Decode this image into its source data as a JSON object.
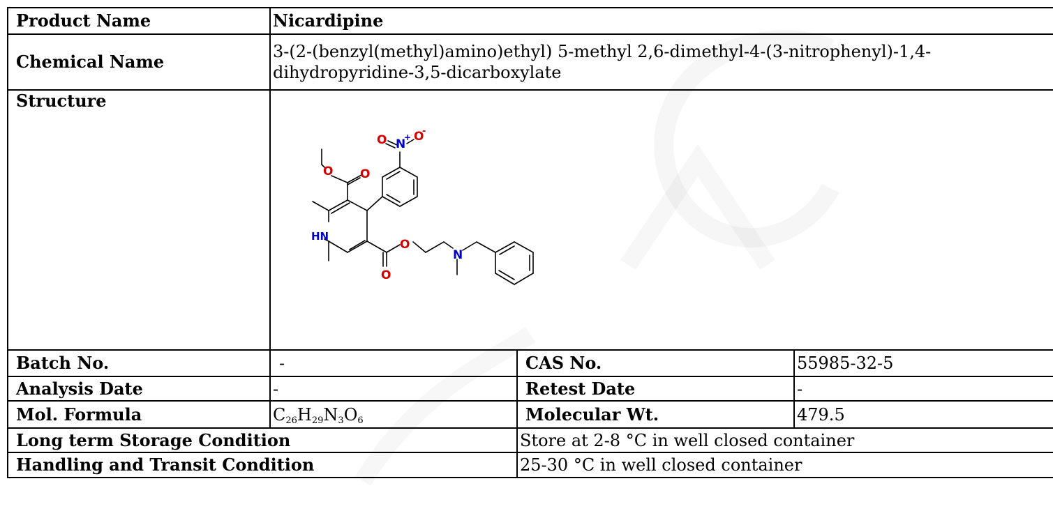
{
  "product": {
    "label": "Product Name",
    "value": "Nicardipine"
  },
  "chemical": {
    "label": "Chemical Name",
    "value_line1": "3-(2-(benzyl(methyl)amino)ethyl) 5-methyl 2,6-dimethyl-4-(3-nitrophenyl)-1,4-",
    "value_line2": "dihydropyridine-3,5-dicarboxylate"
  },
  "structure": {
    "label": "Structure",
    "atoms": {
      "O": "O",
      "N": "N",
      "NH": "HN",
      "plus": "+",
      "minus": "-"
    },
    "colors": {
      "oxygen": "#d40000",
      "nitrogen": "#0000c8",
      "bond": "#000000"
    }
  },
  "batch": {
    "label": "Batch No.",
    "value": "-"
  },
  "cas": {
    "label": "CAS No.",
    "value": "55985-32-5"
  },
  "analysis": {
    "label": "Analysis Date",
    "value": "-"
  },
  "retest": {
    "label": "Retest Date",
    "value": "-"
  },
  "formula": {
    "label": "Mol. Formula",
    "parts": [
      {
        "el": "C",
        "n": "26"
      },
      {
        "el": "H",
        "n": "29"
      },
      {
        "el": "N",
        "n": "3"
      },
      {
        "el": "O",
        "n": "6"
      }
    ]
  },
  "mw": {
    "label": "Molecular Wt.",
    "value": "479.5"
  },
  "storage": {
    "label": "Long term Storage Condition",
    "value": "Store at 2-8 °C in well closed container"
  },
  "transit": {
    "label": "Handling and Transit Condition",
    "value": "25-30 °C in well closed container"
  }
}
